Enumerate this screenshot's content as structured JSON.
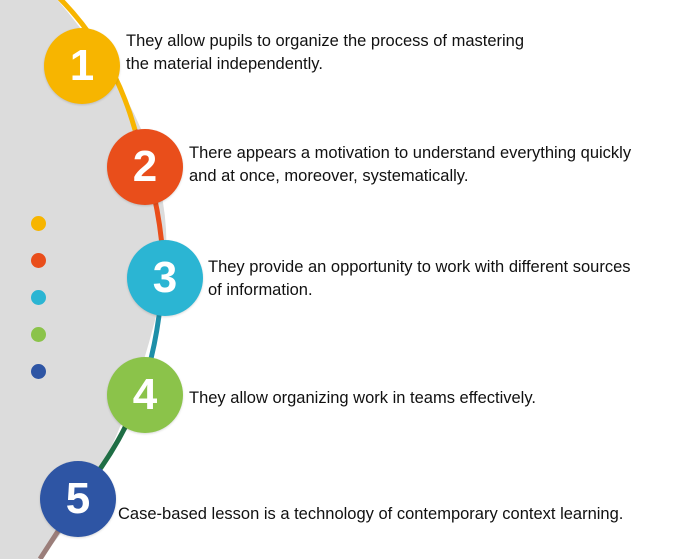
{
  "items": [
    {
      "number": "1",
      "line1": "They allow pupils to organize the process of mastering",
      "line2": "the material independently.",
      "color": "#F7B500"
    },
    {
      "number": "2",
      "line1": "There appears a motivation to understand everything quickly",
      "line2": "and at once, moreover, systematically.",
      "color": "#E94E1B"
    },
    {
      "number": "3",
      "line1": "They provide an opportunity to work with different sources",
      "line2": "of information.",
      "color": "#2BB5D3"
    },
    {
      "number": "4",
      "line1": "They allow organizing work in teams effectively.",
      "line2": "",
      "color": "#8BC34A"
    },
    {
      "number": "5",
      "line1": "Case-based lesson is a technology of contemporary context learning.",
      "line2": "",
      "color": "#2E55A4"
    }
  ],
  "arc_segment_colors": [
    "#F7B500",
    "#E94E1B",
    "#1E8FA8",
    "#1F6E45",
    "#9B7E7A"
  ],
  "fill_color": "#DCDCDC"
}
